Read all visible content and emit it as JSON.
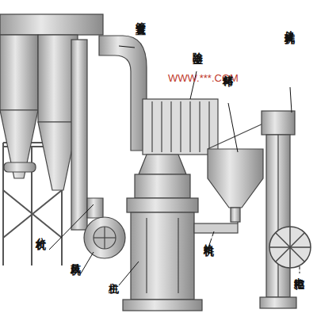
{
  "diagram": {
    "labels": [
      "管道装置",
      "除尘器",
      "WWW.***.COM",
      "储料斗",
      "斗式提升机",
      "分析机",
      "鼓风机",
      "主机",
      "给料机",
      "电控柜"
    ]
  }
}
